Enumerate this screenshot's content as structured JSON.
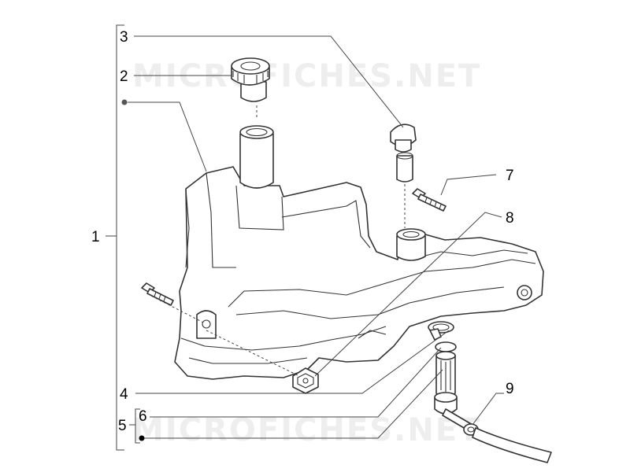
{
  "watermark": "MICROFICHES.NET",
  "callouts": [
    {
      "id": "1",
      "text": "1"
    },
    {
      "id": "2",
      "text": "2"
    },
    {
      "id": "3",
      "text": "3"
    },
    {
      "id": "4",
      "text": "4"
    },
    {
      "id": "5",
      "text": "5"
    },
    {
      "id": "6",
      "text": "6"
    },
    {
      "id": "7",
      "text": "7"
    },
    {
      "id": "8",
      "text": "8"
    },
    {
      "id": "9",
      "text": "9"
    }
  ]
}
